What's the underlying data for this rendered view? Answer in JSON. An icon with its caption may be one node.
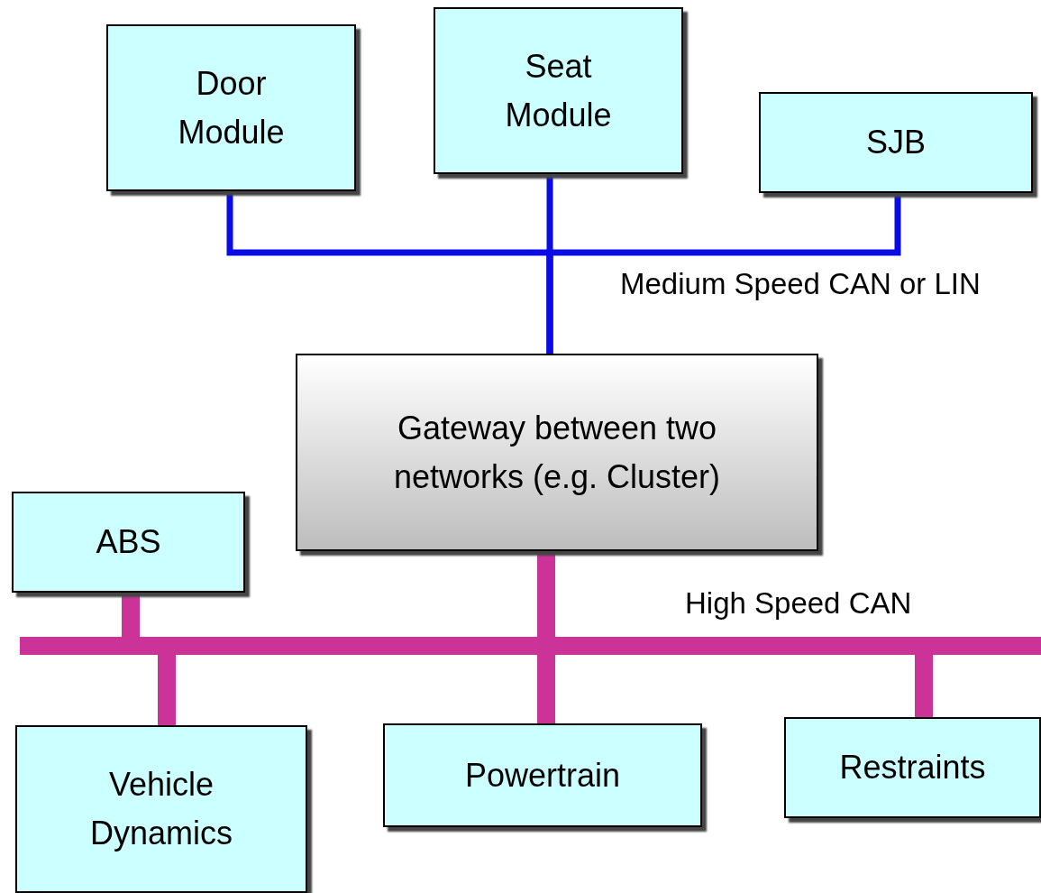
{
  "diagram": {
    "nodes": [
      {
        "text": [
          "Door Module"
        ]
      },
      {
        "text": [
          "Seat Module"
        ]
      },
      {
        "text": [
          "SJB"
        ]
      },
      {
        "text": [
          "Gateway between two networks (e.g. Cluster)"
        ]
      },
      {
        "text": [
          "ABS"
        ]
      },
      {
        "text": [
          "Vehicle Dynamics"
        ]
      },
      {
        "text": [
          "Powertrain"
        ]
      },
      {
        "text": [
          "Restraints"
        ]
      }
    ],
    "edges": [
      {
        "from": 0,
        "to": 3,
        "arrow": "none",
        "color": "#0a0ae6"
      },
      {
        "from": 1,
        "to": 3,
        "arrow": "none",
        "color": "#0a0ae6"
      },
      {
        "from": 2,
        "to": 3,
        "arrow": "none",
        "color": "#0a0ae6"
      },
      {
        "from": 4,
        "to": 3,
        "arrow": "none"
      },
      {
        "from": 5,
        "to": 3,
        "arrow": "none"
      },
      {
        "from": 6,
        "to": 3,
        "arrow": "none"
      },
      {
        "from": 7,
        "to": 3,
        "arrow": "none"
      }
    ],
    "labels": [
      "Medium Speed CAN or LIN",
      "High Speed CAN"
    ]
  }
}
